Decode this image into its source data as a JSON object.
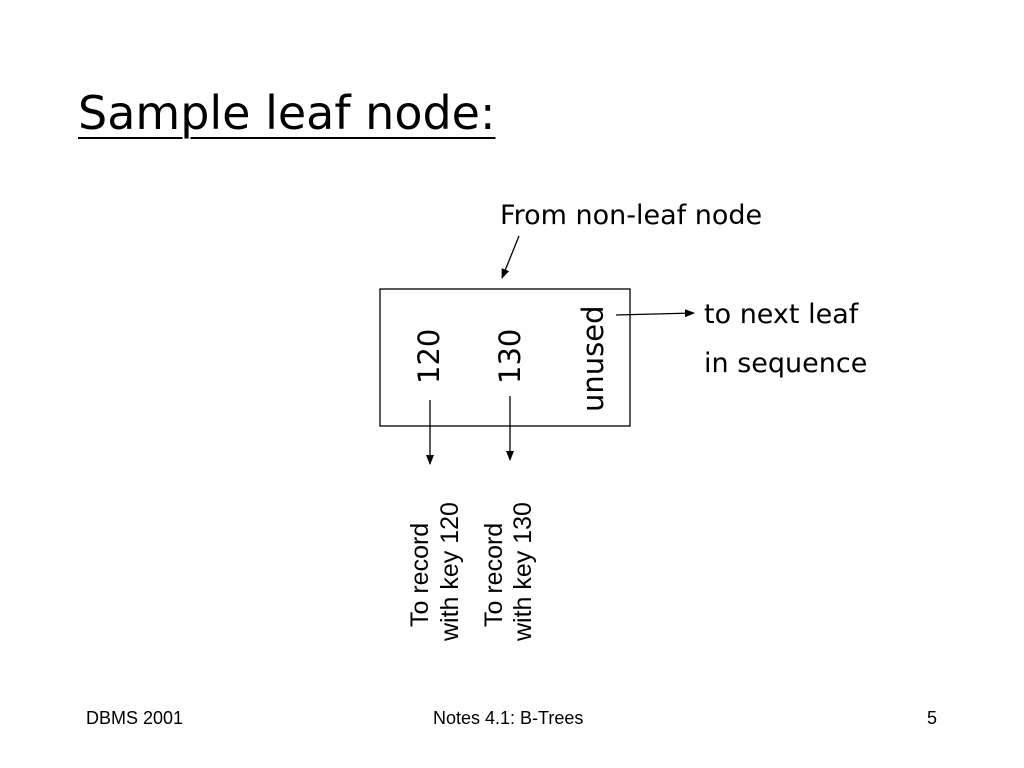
{
  "slide": {
    "title": "Sample leaf node:"
  },
  "diagram": {
    "incoming_label": "From non-leaf node",
    "keys": [
      "120",
      "130"
    ],
    "unused_label": "unused",
    "next_leaf_label_line1": "to next leaf",
    "next_leaf_label_line2": "in sequence",
    "record_pointer_labels": [
      {
        "line1": "To record",
        "line2": "with key 120"
      },
      {
        "line1": "To record",
        "line2": "with key 130"
      }
    ]
  },
  "footer": {
    "left": "DBMS 2001",
    "center": "Notes 4.1: B-Trees",
    "page_number": "5"
  }
}
